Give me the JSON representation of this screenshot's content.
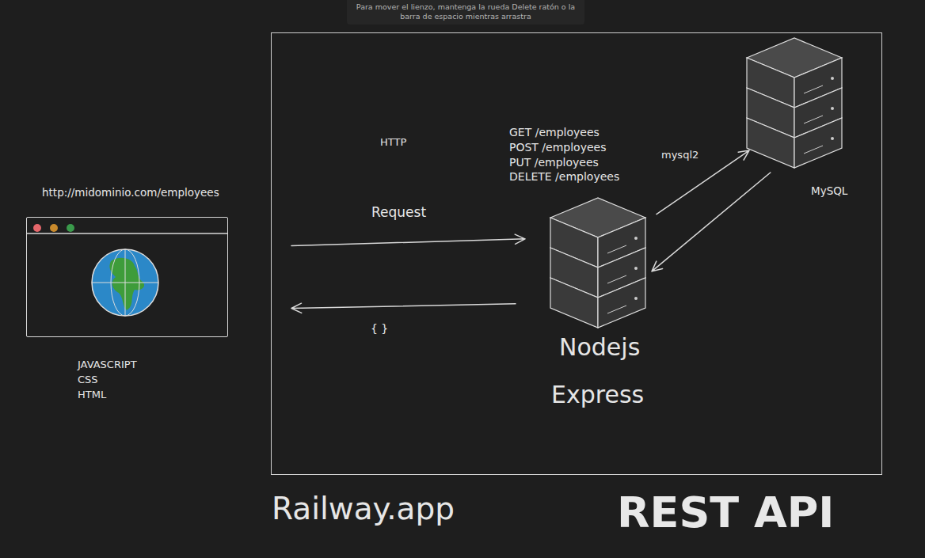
{
  "diagram": {
    "title": "REST API",
    "nodes": [
      {
        "text": [
          "Para mover el lienzo, mantenga la rueda Delete ratón o la barra de espacio mientras arrastra"
        ]
      },
      {
        "text": [
          "http://midominio.com/employees"
        ]
      },
      {
        "text": [
          "Railway.app"
        ]
      },
      {
        "text": [
          "Nodejs",
          "Express"
        ],
        "in": 2
      },
      {
        "text": [
          "MySQL"
        ],
        "in": 2
      }
    ],
    "edges": [
      {
        "from": 1,
        "to": 3,
        "arrow": "to",
        "label": "Request"
      },
      {
        "from": 3,
        "to": 1,
        "arrow": "to",
        "label": "{ }"
      },
      {
        "from": 3,
        "to": 4,
        "arrow": "to",
        "label": "mysql2"
      },
      {
        "from": 4,
        "to": 3,
        "arrow": "to"
      }
    ],
    "labels": [
      "HTTP",
      "GET /employees",
      "POST /employees",
      "PUT /employees",
      "DELETE /employees",
      "JAVASCRIPT",
      "CSS",
      "HTML"
    ]
  }
}
